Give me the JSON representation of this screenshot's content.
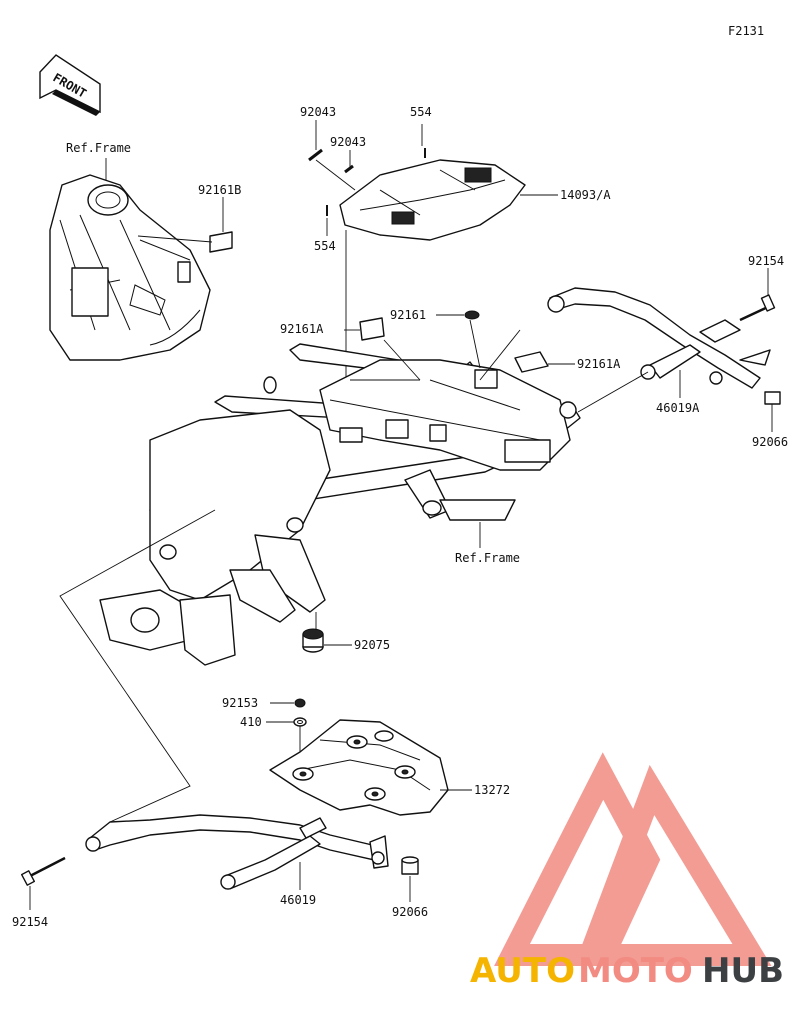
{
  "figure_code": "F2131",
  "front_label": "FRONT",
  "ref_frame_top": "Ref.Frame",
  "ref_frame_bottom": "Ref.Frame",
  "parts": {
    "p92043a": "92043",
    "p92043b": "92043",
    "p554a": "554",
    "p554b": "554",
    "p14093": "14093/A",
    "p92161B": "92161B",
    "p92161": "92161",
    "p92161A_left": "92161A",
    "p92161A_right": "92161A",
    "p92154_top": "92154",
    "p46019A": "46019A",
    "p92066_top": "92066",
    "p92075": "92075",
    "p92153": "92153",
    "p410": "410",
    "p13272": "13272",
    "p92154_bottom": "92154",
    "p46019": "46019",
    "p92066_bottom": "92066"
  },
  "watermark": {
    "part1": "AUTO",
    "part2": "MOTO",
    "part3": "HUB",
    "color1": "#f4b400",
    "color2": "#f28b82",
    "color3": "#3c4043",
    "logo_color": "#f28b82"
  }
}
